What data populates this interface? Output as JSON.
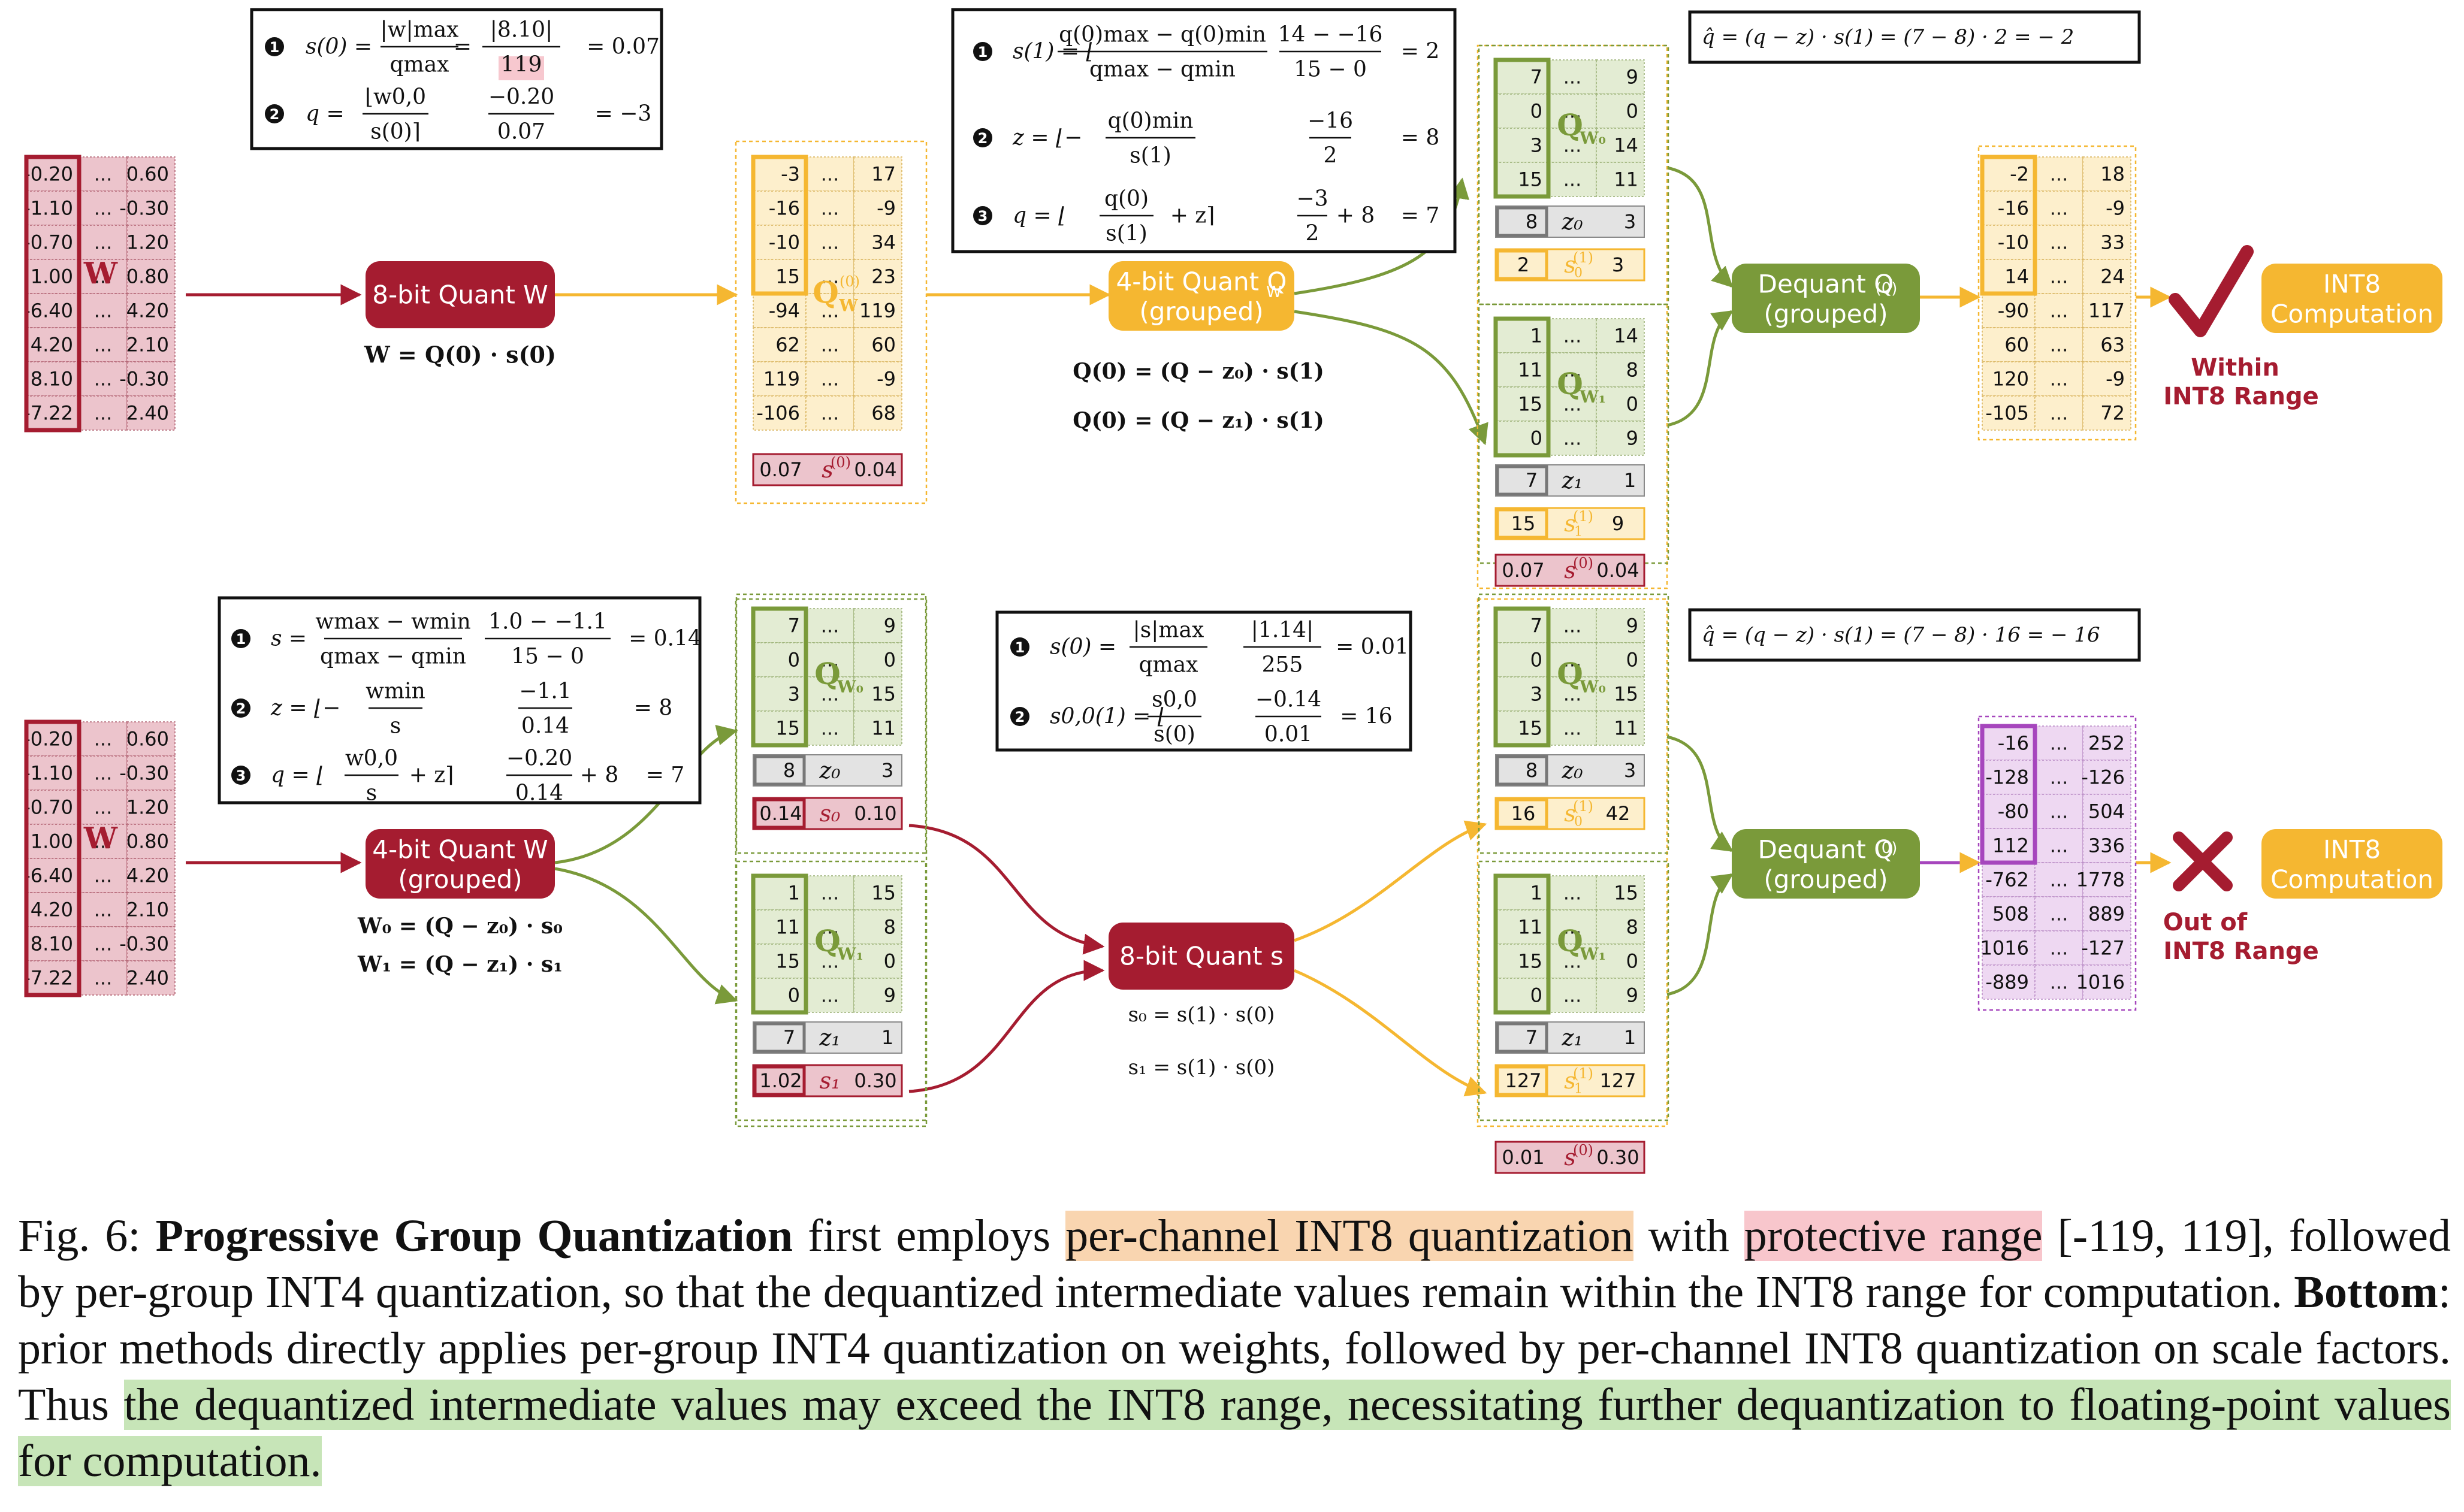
{
  "colors": {
    "red": "#a51c30",
    "red_fill": "#e8b9c2",
    "red_cell": "#ecc4cc",
    "orange": "#f5b731",
    "orange_fill": "#fde9b9",
    "orange_cell": "#fdefcc",
    "green": "#7a9a3a",
    "green_fill": "#dbe7c8",
    "green_cell": "#e3ecd3",
    "gray_fill": "#e3e3e3",
    "gray_border": "#8a8a8a",
    "purple": "#a646bd",
    "purple_fill": "#e6cdec",
    "purple_cell": "#eed8f2",
    "text": "#111111"
  },
  "matrices": {
    "w_top": {
      "rows": [
        [
          "-0.20",
          "...",
          "0.60"
        ],
        [
          "-1.10",
          "...",
          "-0.30"
        ],
        [
          "-0.70",
          "...",
          "1.20"
        ],
        [
          "1.00",
          "...",
          "0.80"
        ],
        [
          "-6.40",
          "...",
          "4.20"
        ],
        [
          "4.20",
          "...",
          "2.10"
        ],
        [
          "8.10",
          "...",
          "-0.30"
        ],
        [
          "-7.22",
          "...",
          "2.40"
        ]
      ],
      "label": "W"
    },
    "w_bot": {
      "rows": [
        [
          "-0.20",
          "...",
          "0.60"
        ],
        [
          "-1.10",
          "...",
          "-0.30"
        ],
        [
          "-0.70",
          "...",
          "1.20"
        ],
        [
          "1.00",
          "...",
          "0.80"
        ],
        [
          "-6.40",
          "...",
          "4.20"
        ],
        [
          "4.20",
          "...",
          "2.10"
        ],
        [
          "8.10",
          "...",
          "-0.30"
        ],
        [
          "-7.22",
          "...",
          "2.40"
        ]
      ],
      "label": "W"
    },
    "qw_top": {
      "rows": [
        [
          "-3",
          "...",
          "17"
        ],
        [
          "-16",
          "...",
          "-9"
        ],
        [
          "-10",
          "...",
          "34"
        ],
        [
          "15",
          "...",
          "23"
        ],
        [
          "-94",
          "...",
          "119"
        ],
        [
          "62",
          "...",
          "60"
        ],
        [
          "119",
          "...",
          "-9"
        ],
        [
          "-106",
          "...",
          "68"
        ]
      ],
      "label": "Q",
      "label_sub": "W",
      "label_sup": "(0)",
      "scale": [
        "0.07",
        "s",
        "(0)",
        "0.04"
      ]
    },
    "qw0_top": {
      "rows": [
        [
          "7",
          "...",
          "9"
        ],
        [
          "0",
          "...",
          "0"
        ],
        [
          "3",
          "...",
          "14"
        ],
        [
          "15",
          "...",
          "11"
        ]
      ],
      "label": "Q",
      "label_sub": "W₀",
      "z": [
        "8",
        "z₀",
        "3"
      ],
      "s": [
        "2",
        "s",
        "(1)",
        "3"
      ],
      "s_sub": "0"
    },
    "qw1_top": {
      "rows": [
        [
          "1",
          "...",
          "14"
        ],
        [
          "11",
          "...",
          "8"
        ],
        [
          "15",
          "...",
          "0"
        ],
        [
          "0",
          "...",
          "9"
        ]
      ],
      "label": "Q",
      "label_sub": "W₁",
      "z": [
        "7",
        "z₁",
        "1"
      ],
      "s": [
        "15",
        "s",
        "(1)",
        "9"
      ],
      "s_sub": "1"
    },
    "scale_top_right": [
      "0.07",
      "s",
      "(0)",
      "0.04"
    ],
    "dq_top": {
      "rows": [
        [
          "-2",
          "...",
          "18"
        ],
        [
          "-16",
          "...",
          "-9"
        ],
        [
          "-10",
          "...",
          "33"
        ],
        [
          "14",
          "...",
          "24"
        ],
        [
          "-90",
          "...",
          "117"
        ],
        [
          "60",
          "...",
          "63"
        ],
        [
          "120",
          "...",
          "-9"
        ],
        [
          "-105",
          "...",
          "72"
        ]
      ]
    },
    "qw0_bl": {
      "rows": [
        [
          "7",
          "...",
          "9"
        ],
        [
          "0",
          "...",
          "0"
        ],
        [
          "3",
          "...",
          "15"
        ],
        [
          "15",
          "...",
          "11"
        ]
      ],
      "label": "Q",
      "label_sub": "W₀",
      "z": [
        "8",
        "z₀",
        "3"
      ],
      "s": [
        "0.14",
        "s₀",
        "0.10"
      ]
    },
    "qw1_bl": {
      "rows": [
        [
          "1",
          "...",
          "15"
        ],
        [
          "11",
          "...",
          "8"
        ],
        [
          "15",
          "...",
          "0"
        ],
        [
          "0",
          "...",
          "9"
        ]
      ],
      "label": "Q",
      "label_sub": "W₁",
      "z": [
        "7",
        "z₁",
        "1"
      ],
      "s": [
        "1.02",
        "s₁",
        "0.30"
      ]
    },
    "qw0_br": {
      "rows": [
        [
          "7",
          "...",
          "9"
        ],
        [
          "0",
          "...",
          "0"
        ],
        [
          "3",
          "...",
          "15"
        ],
        [
          "15",
          "...",
          "11"
        ]
      ],
      "label": "Q",
      "label_sub": "W₀",
      "z": [
        "8",
        "z₀",
        "3"
      ],
      "s": [
        "16",
        "s",
        "(1)",
        "42"
      ],
      "s_sub": "0"
    },
    "qw1_br": {
      "rows": [
        [
          "1",
          "...",
          "15"
        ],
        [
          "11",
          "...",
          "8"
        ],
        [
          "15",
          "...",
          "0"
        ],
        [
          "0",
          "...",
          "9"
        ]
      ],
      "label": "Q",
      "label_sub": "W₁",
      "z": [
        "7",
        "z₁",
        "1"
      ],
      "s": [
        "127",
        "s",
        "(1)",
        "127"
      ],
      "s_sub": "1"
    },
    "scale_bot_right": [
      "0.01",
      "s",
      "(0)",
      "0.30"
    ],
    "dq_bot": {
      "rows": [
        [
          "-16",
          "...",
          "252"
        ],
        [
          "-128",
          "...",
          "-126"
        ],
        [
          "-80",
          "...",
          "504"
        ],
        [
          "112",
          "...",
          "336"
        ],
        [
          "-762",
          "...",
          "1778"
        ],
        [
          "508",
          "...",
          "889"
        ],
        [
          "1016",
          "...",
          "-127"
        ],
        [
          "-889",
          "...",
          "1016"
        ]
      ]
    }
  },
  "ops": {
    "quant8_top": "8-bit Quant W",
    "quant4_top": [
      "4-bit Quant Q",
      "(grouped)"
    ],
    "dequant_top": [
      "Dequant Q",
      "(grouped)"
    ],
    "int8_top": [
      "INT8",
      "Computation"
    ],
    "quant4_bot": [
      "4-bit Quant W",
      "(grouped)"
    ],
    "quant8_bot": "8-bit Quant s",
    "dequant_bot": [
      "Dequant Q",
      "(grouped)"
    ],
    "int8_bot": [
      "INT8",
      "Computation"
    ]
  },
  "status": {
    "within": [
      "Within",
      "INT8 Range"
    ],
    "out": [
      "Out of",
      "INT8 Range"
    ]
  },
  "formulas": {
    "top_left": {
      "l1": {
        "num": "|w|max",
        "den": "qmax",
        "num2": "|8.10|",
        "den2": "119",
        "res": "= 0.07"
      },
      "l2": {
        "num": "w0,0",
        "den": "s(0)",
        "num2": "−0.20",
        "den2": "0.07",
        "res": "= −3"
      }
    },
    "top_mid": {
      "l1": {
        "res": "= 2",
        "num2": "14 − −16",
        "den2": "15 − 0"
      },
      "l2": {
        "res": "= 8",
        "num2": "−16",
        "den2": "2"
      },
      "l3": {
        "res": "= 7",
        "num2": "−3",
        "den2": "2",
        "plus": "+ 8"
      }
    },
    "top_right": "(q − z) · s(1) = (7 − 8) · 2   = − 2",
    "bot_left": {
      "l1": {
        "num": "wmax − wmin",
        "den": "qmax − qmin",
        "num2": "1.0 − −1.1",
        "den2": "15 − 0",
        "res": "= 0.14"
      },
      "l2": {
        "num2": "−1.1",
        "den2": "0.14",
        "res": "= 8"
      },
      "l3": {
        "num2": "−0.20",
        "den2": "0.14",
        "plus": "+ 8",
        "res": "= 7"
      }
    },
    "bot_mid": {
      "l1": {
        "num": "|s|max",
        "den": "qmax",
        "num2": "|1.14|",
        "den2": "255",
        "res": "= 0.01"
      },
      "l2": {
        "num2": "−0.14",
        "den2": "0.01",
        "res": "= 16"
      }
    },
    "bot_right": "(q − z) · s(1) = (7 − 8) · 16 = − 16"
  },
  "equations": {
    "top_8bit": "W = Q(0) · s(0)",
    "top_4bit_0": "Q(0) = (Q − z₀) · s(1)",
    "top_4bit_1": "Q(0) = (Q − z₁) · s(1)",
    "bot_4bit_0": "W₀ = (Q − z₀) · s₀",
    "bot_4bit_1": "W₁ = (Q − z₁) · s₁",
    "bot_8bit_0": "s₀ = s(1) · s(0)",
    "bot_8bit_1": "s₁ = s(1) · s(0)"
  },
  "caption": {
    "fig": "Fig. 6: ",
    "bold1": "Progressive Group Quantization",
    "t1": " first employs ",
    "hl1": "per-channel INT8 quantization",
    "t2": " with ",
    "hl2": "protective range",
    "t3": " [-119, 119], followed by per-group INT4 quantization, so that the dequantized intermediate values remain within the INT8 range for computation. ",
    "bold2": "Bottom",
    "t4": ": prior methods directly applies per-group INT4 quantization on weights, followed by per-channel INT8 quantization on scale factors. Thus ",
    "hl3": "the dequantized intermediate values may exceed the INT8 range, necessitating further dequantization to floating-point values for computation."
  }
}
